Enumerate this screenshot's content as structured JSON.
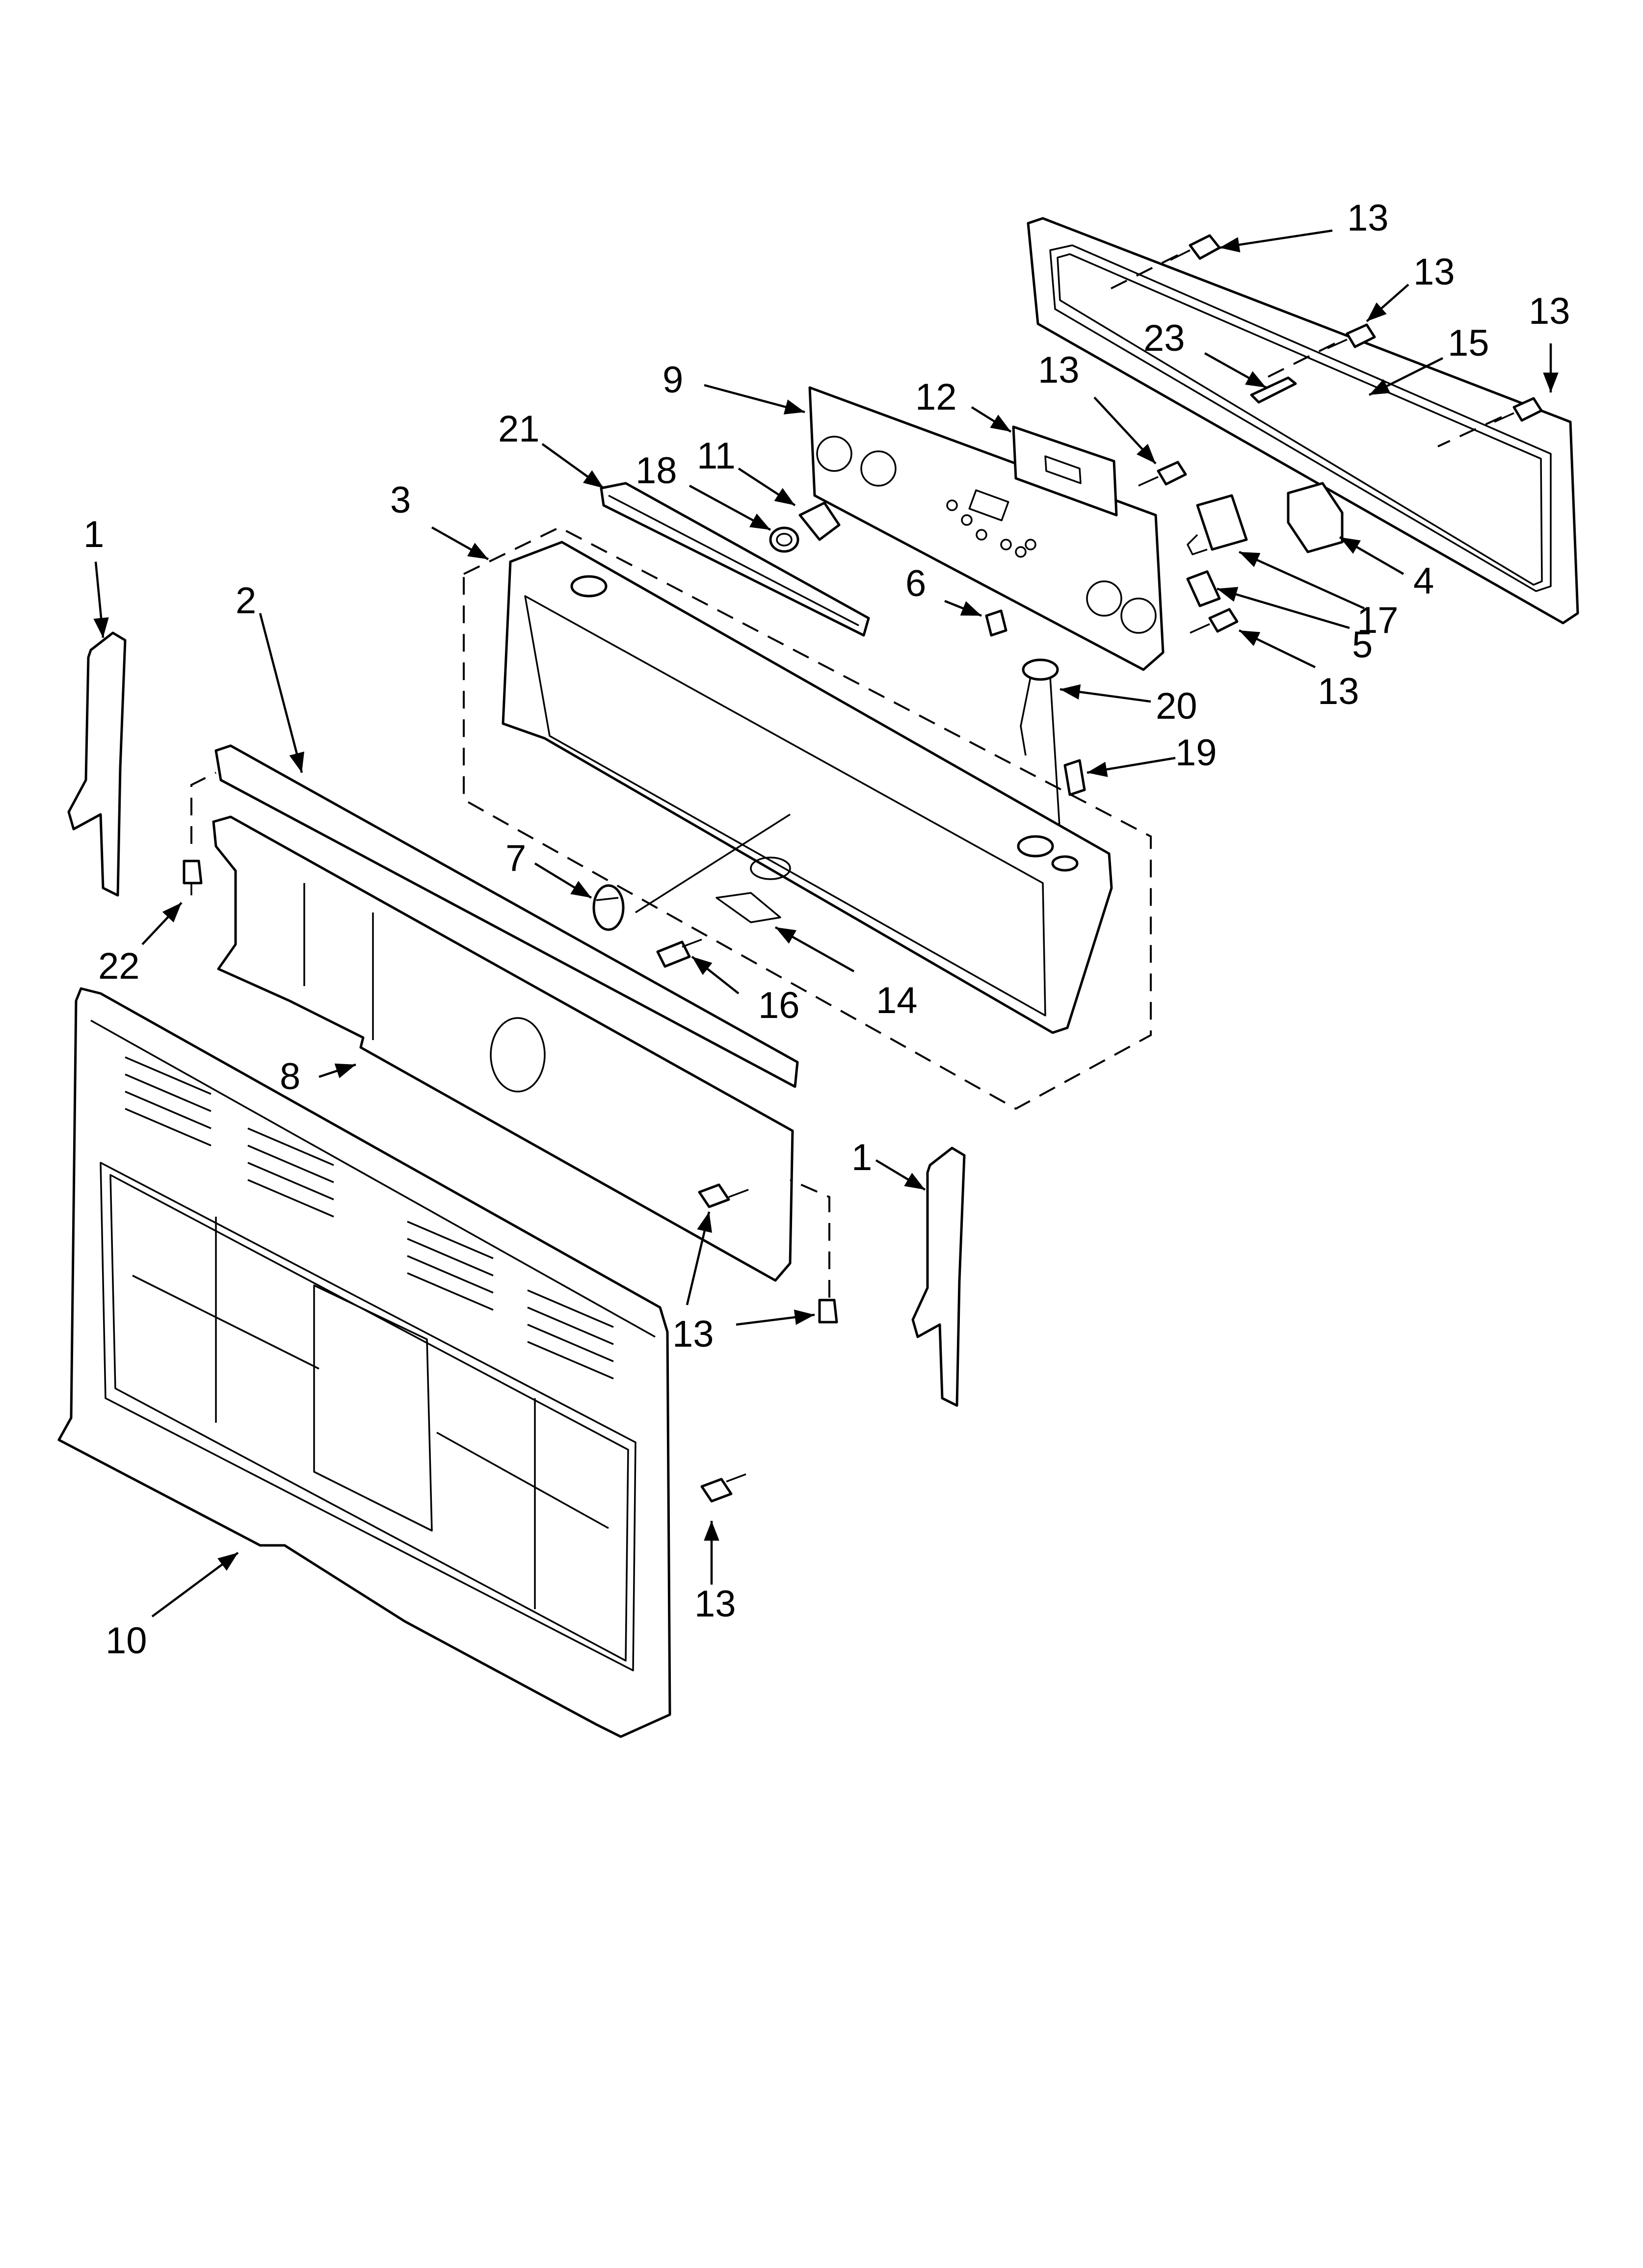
{
  "diagram": {
    "callouts": [
      {
        "id": "c13a",
        "label": "13"
      },
      {
        "id": "c13b",
        "label": "13"
      },
      {
        "id": "c13c",
        "label": "13"
      },
      {
        "id": "c23",
        "label": "23"
      },
      {
        "id": "c15",
        "label": "15"
      },
      {
        "id": "c9",
        "label": "9"
      },
      {
        "id": "c12",
        "label": "12"
      },
      {
        "id": "c13d",
        "label": "13"
      },
      {
        "id": "c21",
        "label": "21"
      },
      {
        "id": "c18",
        "label": "18"
      },
      {
        "id": "c11",
        "label": "11"
      },
      {
        "id": "c3",
        "label": "3"
      },
      {
        "id": "c4",
        "label": "4"
      },
      {
        "id": "c17",
        "label": "17"
      },
      {
        "id": "c6",
        "label": "6"
      },
      {
        "id": "c5",
        "label": "5"
      },
      {
        "id": "c13e",
        "label": "13"
      },
      {
        "id": "c1a",
        "label": "1"
      },
      {
        "id": "c2",
        "label": "2"
      },
      {
        "id": "c20",
        "label": "20"
      },
      {
        "id": "c19",
        "label": "19"
      },
      {
        "id": "c7",
        "label": "7"
      },
      {
        "id": "c22",
        "label": "22"
      },
      {
        "id": "c16",
        "label": "16"
      },
      {
        "id": "c14",
        "label": "14"
      },
      {
        "id": "c8",
        "label": "8"
      },
      {
        "id": "c1b",
        "label": "1"
      },
      {
        "id": "c13f",
        "label": "13"
      },
      {
        "id": "c13g",
        "label": "13"
      },
      {
        "id": "c10",
        "label": "10"
      }
    ]
  }
}
